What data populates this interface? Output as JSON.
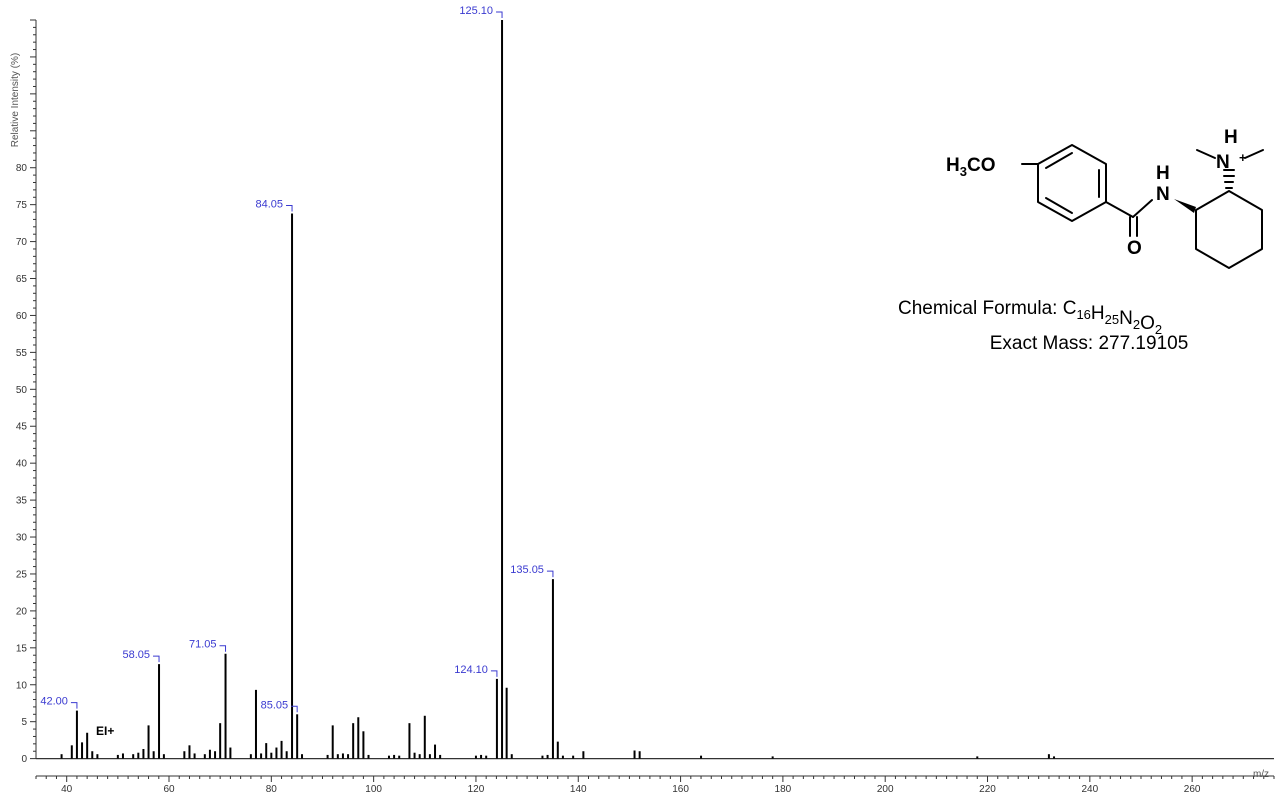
{
  "chart_data": {
    "type": "bar",
    "title": "",
    "xlabel": "m/z",
    "ylabel": "Relative Intensity (%)",
    "xlim": [
      34,
      276
    ],
    "ylim": [
      -1,
      100
    ],
    "x_ticks": [
      40,
      60,
      80,
      100,
      120,
      140,
      160,
      180,
      200,
      220,
      240,
      260
    ],
    "y_ticks": [
      0,
      5,
      10,
      15,
      20,
      25,
      30,
      35,
      40,
      45,
      50,
      55,
      60,
      65,
      70,
      75,
      80
    ],
    "mode_label": "EI+",
    "peaks": [
      {
        "mz": 39.0,
        "intensity": 0.6
      },
      {
        "mz": 41.0,
        "intensity": 1.8
      },
      {
        "mz": 42.0,
        "intensity": 6.5,
        "label": "42.00"
      },
      {
        "mz": 43.0,
        "intensity": 2.2
      },
      {
        "mz": 44.0,
        "intensity": 3.5
      },
      {
        "mz": 45.0,
        "intensity": 1.0
      },
      {
        "mz": 46.0,
        "intensity": 0.6
      },
      {
        "mz": 50.0,
        "intensity": 0.5
      },
      {
        "mz": 51.0,
        "intensity": 0.7
      },
      {
        "mz": 53.0,
        "intensity": 0.6
      },
      {
        "mz": 54.0,
        "intensity": 0.8
      },
      {
        "mz": 55.0,
        "intensity": 1.3
      },
      {
        "mz": 56.0,
        "intensity": 4.5
      },
      {
        "mz": 57.0,
        "intensity": 1.0
      },
      {
        "mz": 58.05,
        "intensity": 12.8,
        "label": "58.05"
      },
      {
        "mz": 59.0,
        "intensity": 0.6
      },
      {
        "mz": 63.0,
        "intensity": 1.0
      },
      {
        "mz": 64.0,
        "intensity": 1.8
      },
      {
        "mz": 65.0,
        "intensity": 0.7
      },
      {
        "mz": 67.0,
        "intensity": 0.6
      },
      {
        "mz": 68.0,
        "intensity": 1.2
      },
      {
        "mz": 69.0,
        "intensity": 1.0
      },
      {
        "mz": 70.0,
        "intensity": 4.8
      },
      {
        "mz": 71.05,
        "intensity": 14.2,
        "label": "71.05"
      },
      {
        "mz": 72.0,
        "intensity": 1.5
      },
      {
        "mz": 76.0,
        "intensity": 0.6
      },
      {
        "mz": 77.0,
        "intensity": 9.3
      },
      {
        "mz": 78.0,
        "intensity": 0.7
      },
      {
        "mz": 79.0,
        "intensity": 2.1
      },
      {
        "mz": 80.0,
        "intensity": 0.8
      },
      {
        "mz": 81.0,
        "intensity": 1.5
      },
      {
        "mz": 82.0,
        "intensity": 2.4
      },
      {
        "mz": 83.0,
        "intensity": 1.0
      },
      {
        "mz": 84.05,
        "intensity": 73.8,
        "label": "84.05"
      },
      {
        "mz": 85.05,
        "intensity": 6.0,
        "label": "85.05"
      },
      {
        "mz": 86.0,
        "intensity": 0.6
      },
      {
        "mz": 91.0,
        "intensity": 0.5
      },
      {
        "mz": 92.0,
        "intensity": 4.5
      },
      {
        "mz": 93.0,
        "intensity": 0.6
      },
      {
        "mz": 94.0,
        "intensity": 0.7
      },
      {
        "mz": 95.0,
        "intensity": 0.6
      },
      {
        "mz": 96.0,
        "intensity": 4.8
      },
      {
        "mz": 97.0,
        "intensity": 5.6
      },
      {
        "mz": 98.0,
        "intensity": 3.7
      },
      {
        "mz": 99.0,
        "intensity": 0.5
      },
      {
        "mz": 103.0,
        "intensity": 0.4
      },
      {
        "mz": 104.0,
        "intensity": 0.5
      },
      {
        "mz": 105.0,
        "intensity": 0.4
      },
      {
        "mz": 107.0,
        "intensity": 4.8
      },
      {
        "mz": 108.0,
        "intensity": 0.8
      },
      {
        "mz": 109.0,
        "intensity": 0.6
      },
      {
        "mz": 110.0,
        "intensity": 5.8
      },
      {
        "mz": 111.0,
        "intensity": 0.6
      },
      {
        "mz": 112.0,
        "intensity": 1.9
      },
      {
        "mz": 113.0,
        "intensity": 0.5
      },
      {
        "mz": 120.0,
        "intensity": 0.4
      },
      {
        "mz": 121.0,
        "intensity": 0.5
      },
      {
        "mz": 122.0,
        "intensity": 0.4
      },
      {
        "mz": 124.1,
        "intensity": 10.8,
        "label": "124.10"
      },
      {
        "mz": 125.1,
        "intensity": 100.0,
        "label": "125.10"
      },
      {
        "mz": 126.0,
        "intensity": 9.6
      },
      {
        "mz": 127.0,
        "intensity": 0.6
      },
      {
        "mz": 133.0,
        "intensity": 0.4
      },
      {
        "mz": 134.0,
        "intensity": 0.5
      },
      {
        "mz": 135.05,
        "intensity": 24.3,
        "label": "135.05"
      },
      {
        "mz": 136.0,
        "intensity": 2.3
      },
      {
        "mz": 137.0,
        "intensity": 0.4
      },
      {
        "mz": 139.0,
        "intensity": 0.4
      },
      {
        "mz": 141.0,
        "intensity": 1.0
      },
      {
        "mz": 151.0,
        "intensity": 1.1
      },
      {
        "mz": 152.0,
        "intensity": 1.0
      },
      {
        "mz": 164.0,
        "intensity": 0.4
      },
      {
        "mz": 178.0,
        "intensity": 0.3
      },
      {
        "mz": 218.0,
        "intensity": 0.3
      },
      {
        "mz": 232.0,
        "intensity": 0.6
      },
      {
        "mz": 233.0,
        "intensity": 0.3
      }
    ],
    "grid": false
  },
  "structure": {
    "methoxy": {
      "h": "H",
      "h_sub": "3",
      "rest": "CO"
    },
    "amide_nh": {
      "h": "H",
      "n": "N"
    },
    "carbonyl_o": "O",
    "ammonium": {
      "h": "H",
      "n": "N",
      "charge": "+"
    }
  },
  "formula": {
    "prefix": "Chemical Formula: ",
    "parts": [
      {
        "el": "C",
        "n": "16"
      },
      {
        "el": "H",
        "n": "25"
      },
      {
        "el": "N",
        "n": "2"
      },
      {
        "el": "O",
        "n": "2"
      }
    ]
  },
  "exact_mass": "Exact Mass: 277.19105",
  "colors": {
    "axis": "#333333",
    "peak": "#000000",
    "label": "#3a3ad0"
  }
}
